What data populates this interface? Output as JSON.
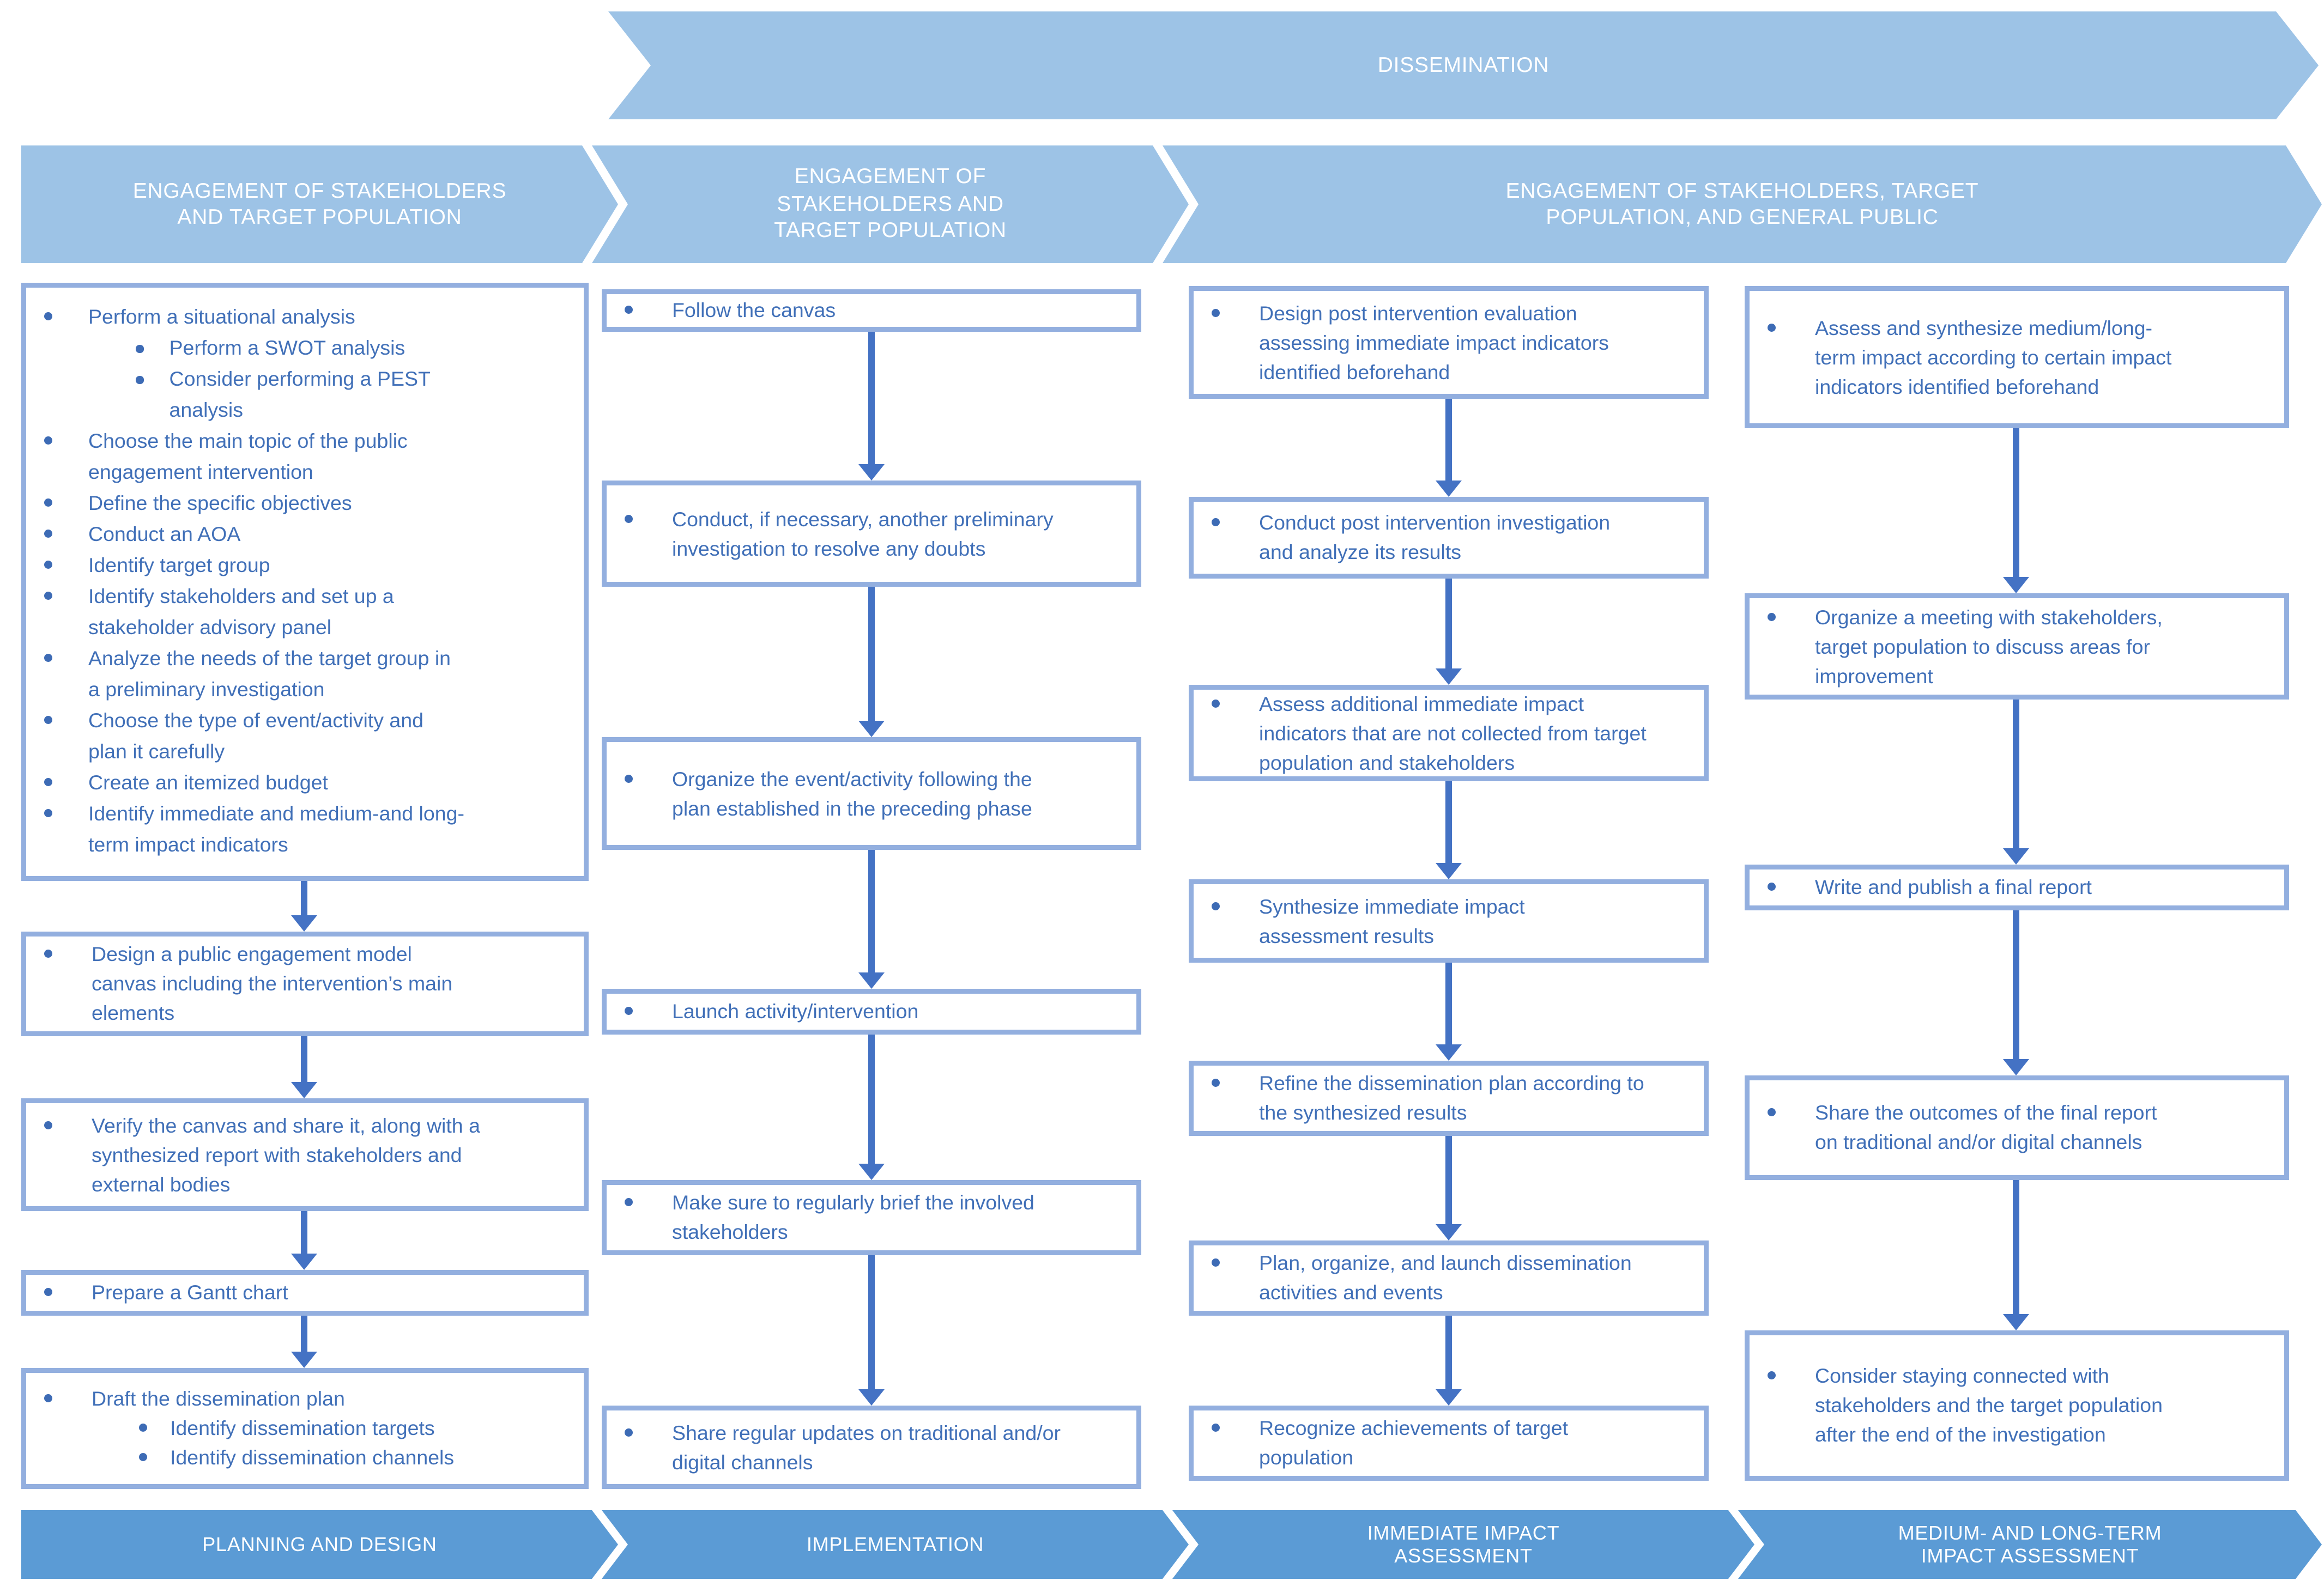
{
  "top_banner": {
    "label": "DISSEMINATION"
  },
  "headers": {
    "col1": "ENGAGEMENT OF STAKEHOLDERS AND TARGET POPULATION",
    "col2": "ENGAGEMENT OF STAKEHOLDERS AND TARGET POPULATION",
    "col34": "ENGAGEMENT OF STAKEHOLDERS, TARGET POPULATION, AND GENERAL PUBLIC"
  },
  "footers": {
    "col1": "PLANNING AND DESIGN",
    "col2": "IMPLEMENTATION",
    "col3": "IMMEDIATE IMPACT ASSESSMENT",
    "col4": "MEDIUM- AND LONG-TERM IMPACT ASSESSMENT"
  },
  "col1": {
    "box1": {
      "item1": "Perform a situational analysis",
      "sub1": "Perform a SWOT analysis",
      "sub2": "Consider performing a PEST analysis",
      "item2": "Choose the main topic of the public engagement intervention",
      "item3": "Define the specific objectives",
      "item4": "Conduct an AOA",
      "item5": "Identify target group",
      "item6": "Identify stakeholders and set up a stakeholder advisory panel",
      "item7": "Analyze the needs of the target group in a preliminary investigation",
      "item8": "Choose the type of event/activity and plan it carefully",
      "item9": "Create an itemized budget",
      "item10": "Identify immediate and medium-and long- term impact indicators"
    },
    "box2": "Design a public engagement model canvas including the intervention’s main elements",
    "box3": "Verify the canvas and share it, along with a synthesized report with stakeholders and external bodies",
    "box4": "Prepare a Gantt chart",
    "box5": {
      "item": "Draft the dissemination plan",
      "sub1": "Identify dissemination targets",
      "sub2": "Identify dissemination channels"
    }
  },
  "col2": {
    "box1": "Follow the canvas",
    "box2": "Conduct, if necessary, another preliminary investigation to resolve any doubts",
    "box3": "Organize the event/activity following the plan established in the preceding phase",
    "box4": "Launch activity/intervention",
    "box5": "Make sure to regularly brief the involved stakeholders",
    "box6": "Share regular updates on traditional and/or digital channels"
  },
  "col3": {
    "box1": "Design post intervention evaluation assessing immediate impact indicators identified beforehand",
    "box2": "Conduct post intervention investigation and analyze its results",
    "box3": "Assess additional immediate impact indicators that are not collected from target population and stakeholders",
    "box4": "Synthesize immediate impact assessment results",
    "box5": "Refine the dissemination plan according to the synthesized results",
    "box6": "Plan, organize, and launch dissemination activities and events",
    "box7": "Recognize achievements of target population"
  },
  "col4": {
    "box1": "Assess and synthesize medium/long-term impact according to certain impact indicators identified beforehand",
    "box2": "Organize a meeting with stakeholders, target population to discuss areas for improvement",
    "box3": "Write and publish a final report",
    "box4": "Share the outcomes of the final report on traditional and/or digital channels",
    "box5": "Consider staying connected with stakeholders and the target population after the end of the investigation"
  },
  "colors": {
    "banner_light_blue": "#9DC3E6",
    "banner_dark_blue": "#5B9BD5",
    "box_border": "#93AFDF",
    "text_blue": "#4170B8",
    "arrow_blue": "#4472C4"
  }
}
